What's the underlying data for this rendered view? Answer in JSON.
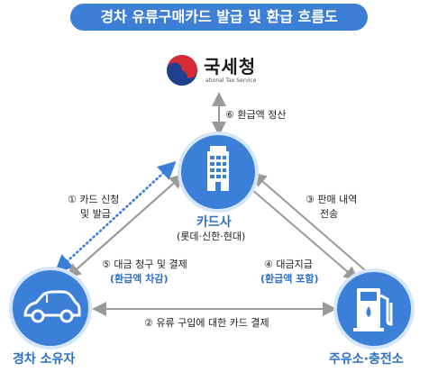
{
  "title": "경차 유류구매카드 발급 및 환급 흐름도",
  "nts": {
    "name": "국세청",
    "subtitle": "ational Tax Service"
  },
  "nodes": {
    "card_company": {
      "title": "카드사",
      "sub": "(롯데·신한·현대)"
    },
    "owner": {
      "title": "경차 소유자"
    },
    "station": {
      "title": "주유소·충전소"
    }
  },
  "steps": {
    "s1_line1": "① 카드 신청",
    "s1_line2": "및 발급",
    "s2": "② 유류 구입에 대한 카드 결제",
    "s3_line1": "③ 판매 내역",
    "s3_line2": "전송",
    "s4_line1": "④ 대금지급",
    "s4_line2": "(환급액 포함)",
    "s5_line1": "⑤ 대금 청구 및 결제",
    "s5_line2": "(환급액 차감)",
    "s6": "⑥ 환급액 정산"
  },
  "colors": {
    "primary": "#3b7fd8",
    "title_bg": "#3d7fd4",
    "arrow": "#9a9a9a"
  }
}
